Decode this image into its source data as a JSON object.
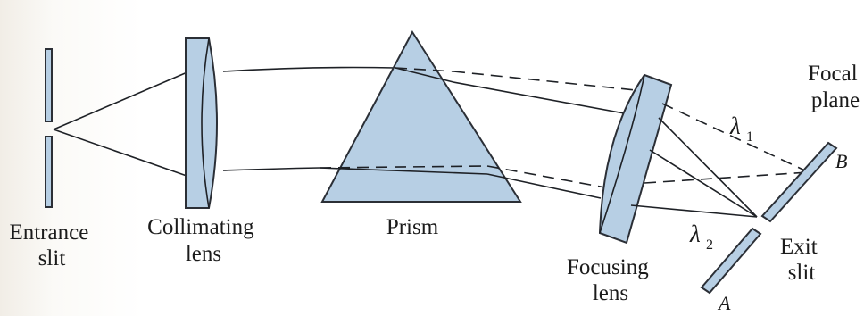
{
  "labels": {
    "entrance_slit": [
      "Entrance",
      "slit"
    ],
    "collimating_lens": [
      "Collimating",
      "lens"
    ],
    "prism": "Prism",
    "focusing_lens": [
      "Focusing",
      "lens"
    ],
    "focal_plane": [
      "Focal",
      "plane"
    ],
    "exit_slit": [
      "Exit",
      "slit"
    ],
    "lambda1": "λ",
    "lambda1_sub": "1",
    "lambda2": "λ",
    "lambda2_sub": "2",
    "point_a": "A",
    "point_b": "B"
  },
  "colors": {
    "optic_fill": "#b7cfe4",
    "line": "#1e2126",
    "text": "#1b1b1b"
  }
}
